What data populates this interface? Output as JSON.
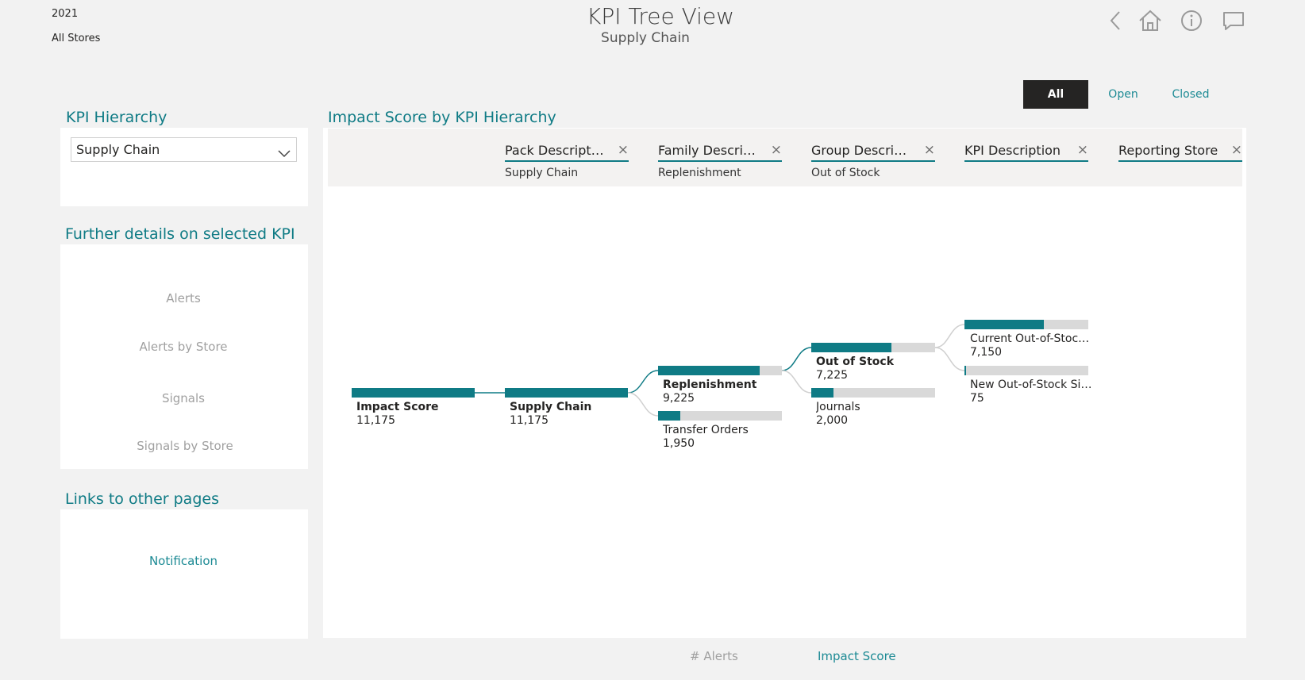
{
  "header": {
    "year": "2021",
    "scope": "All Stores",
    "title": "KPI Tree View",
    "subtitle": "Supply Chain",
    "nav_icons": [
      "back-icon",
      "home-icon",
      "info-icon",
      "comment-icon"
    ]
  },
  "status_filter": {
    "options": [
      "All",
      "Open",
      "Closed"
    ],
    "selected": "All"
  },
  "kpi_hierarchy": {
    "title": "KPI Hierarchy",
    "selected": "Supply Chain"
  },
  "details": {
    "title": "Further details on selected KPI",
    "links": [
      "Alerts",
      "Alerts by Store",
      "Signals",
      "Signals by Store"
    ]
  },
  "links_section": {
    "title": "Links to other pages",
    "links": [
      "Notification"
    ]
  },
  "tree": {
    "title": "Impact Score by KPI Hierarchy",
    "breadcrumbs": [
      {
        "label": "Pack Description",
        "value": "Supply Chain"
      },
      {
        "label": "Family Descripti...",
        "value": "Replenishment"
      },
      {
        "label": "Group Description",
        "value": "Out of Stock"
      },
      {
        "label": "KPI Description",
        "value": ""
      },
      {
        "label": "Reporting Store",
        "value": ""
      }
    ],
    "nodes": [
      {
        "label": "Impact Score",
        "value": "11,175",
        "bold": true
      },
      {
        "label": "Supply Chain",
        "value": "11,175",
        "bold": true
      },
      {
        "label": "Replenishment",
        "value": "9,225",
        "bold": true
      },
      {
        "label": "Transfer Orders",
        "value": "1,950",
        "bold": false
      },
      {
        "label": "Out of Stock",
        "value": "7,225",
        "bold": true
      },
      {
        "label": "Journals",
        "value": "2,000",
        "bold": false
      },
      {
        "label": "Current Out-of-Stock ...",
        "value": "7,150",
        "bold": false
      },
      {
        "label": "New Out-of-Stock Situ...",
        "value": "75",
        "bold": false
      }
    ]
  },
  "measure_tabs": [
    {
      "label": "# Alerts",
      "active": false
    },
    {
      "label": "Impact Score",
      "active": true
    }
  ],
  "colors": {
    "accent": "#0f7b85",
    "bar_bg": "#d9d9d9",
    "active_filter_bg": "#252423"
  }
}
